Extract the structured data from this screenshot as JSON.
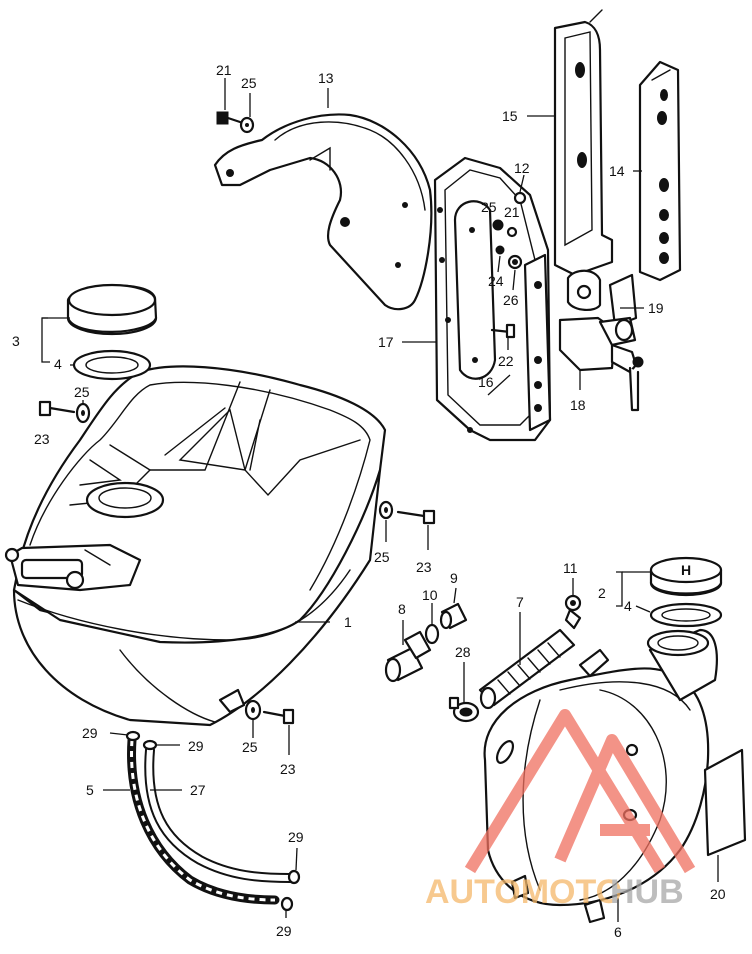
{
  "labels": {
    "l1": "1",
    "l2": "2",
    "l3": "3",
    "l4a": "4",
    "l4b": "4",
    "l5": "5",
    "l6": "6",
    "l7": "7",
    "l8": "8",
    "l9": "9",
    "l10": "10",
    "l11": "11",
    "l12": "12",
    "l13": "13",
    "l14": "14",
    "l15": "15",
    "l16": "16",
    "l17": "17",
    "l18": "18",
    "l19": "19",
    "l20": "20",
    "l21a": "21",
    "l21b": "21",
    "l22": "22",
    "l23a": "23",
    "l23b": "23",
    "l23c": "23",
    "l24": "24",
    "l25a": "25",
    "l25b": "25",
    "l25c": "25",
    "l25d": "25",
    "l25e": "25",
    "l26": "26",
    "l27": "27",
    "l29a": "29",
    "l29b": "29",
    "l29c": "29",
    "l29d": "29",
    "l28": "28"
  },
  "cap_emblem": "H",
  "watermark": {
    "text_part1": "AUTOMOTO",
    "text_part2": "HUB",
    "color_part1": "#f5b86a",
    "color_part2": "#a8a8a8",
    "logo_color": "#f07060",
    "logo": "triangle-logo"
  },
  "colors": {
    "line": "#111111",
    "background": "#ffffff"
  }
}
